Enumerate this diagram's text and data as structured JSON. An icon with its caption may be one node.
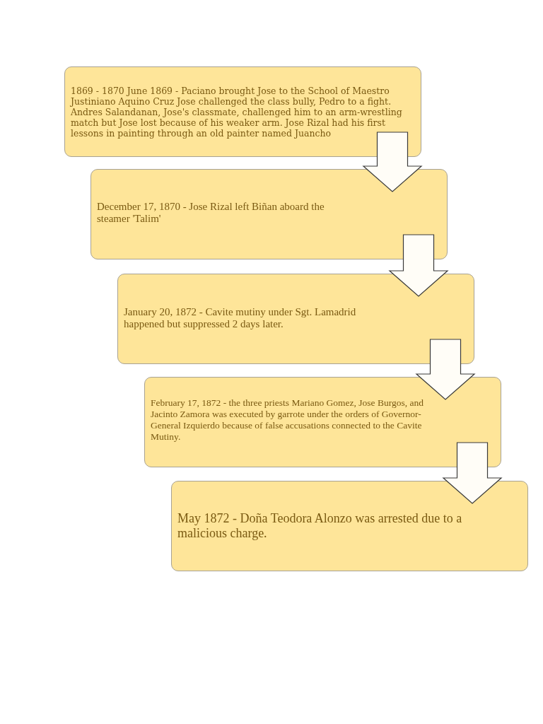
{
  "diagram": {
    "nodes": [
      {
        "text": [
          "1869 - 1870 June 1869 - Paciano brought Jose to the School of Maestro Justiniano Aquino Cruz Jose challenged the class bully, Pedro to a fight. Andres Salandanan, Jose's classmate, challenged him to an arm-wrestling match but Jose lost because of his weaker arm. Jose Rizal had his first lessons in painting through an old painter named Juancho"
        ]
      },
      {
        "text": [
          "December 17, 1870 - Jose Rizal left Biñan aboard the steamer 'Talim'"
        ]
      },
      {
        "text": [
          "January 20, 1872 - Cavite mutiny under Sgt. Lamadrid happened but suppressed 2 days later."
        ]
      },
      {
        "text": [
          "February 17, 1872 - the three priests Mariano Gomez, Jose Burgos, and Jacinto Zamora was executed by garrote under the orders of Governor-General Izquierdo because of false accusations connected to the Cavite Mutiny."
        ]
      },
      {
        "text": [
          "May 1872 - Doña Teodora Alonzo was arrested due to a malicious charge."
        ]
      }
    ],
    "edges": [
      {
        "from": 0,
        "to": 1,
        "arrow": "to"
      },
      {
        "from": 1,
        "to": 2,
        "arrow": "to"
      },
      {
        "from": 2,
        "to": 3,
        "arrow": "to"
      },
      {
        "from": 3,
        "to": 4,
        "arrow": "to"
      }
    ]
  }
}
